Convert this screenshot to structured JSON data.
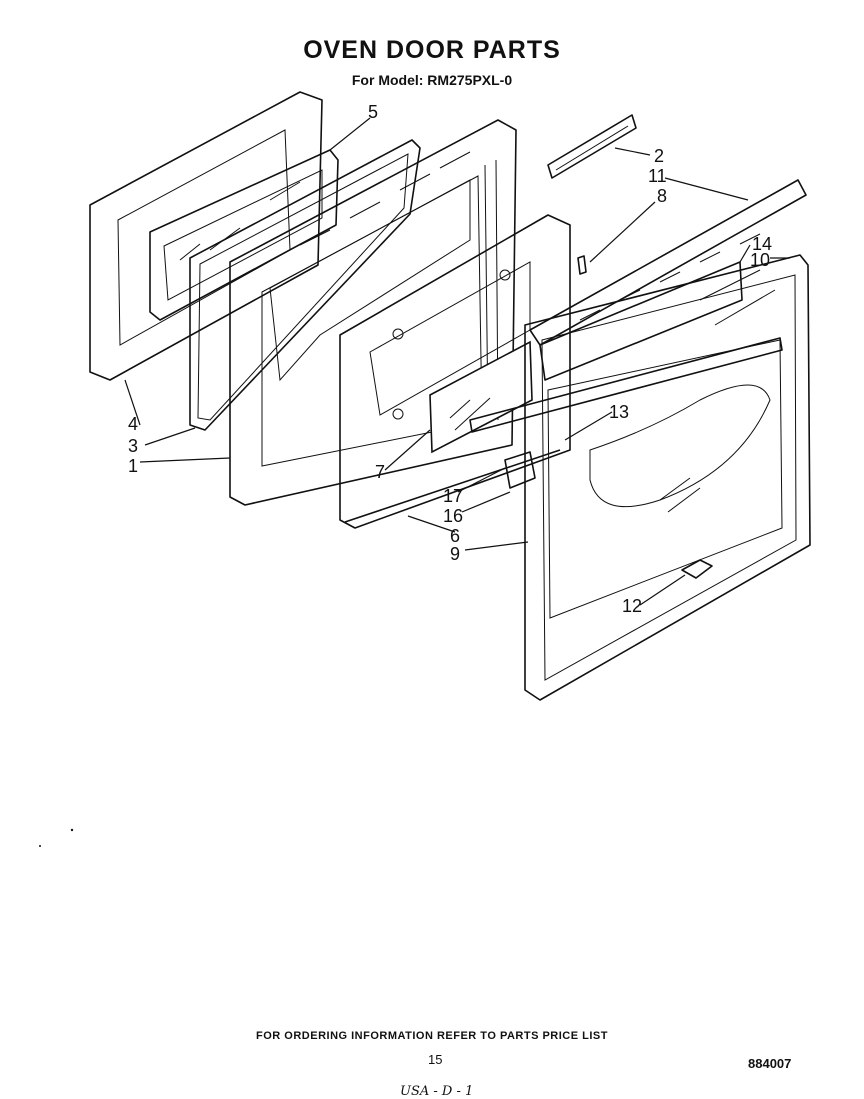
{
  "header": {
    "title": "OVEN DOOR PARTS",
    "subtitle": "For Model: RM275PXL-0"
  },
  "callouts": {
    "c1": "1",
    "c2": "2",
    "c3": "3",
    "c4": "4",
    "c5": "5",
    "c6": "6",
    "c7": "7",
    "c8": "8",
    "c9": "9",
    "c10": "10",
    "c11": "11",
    "c12": "12",
    "c13": "13",
    "c14": "14",
    "c16": "16",
    "c17": "17"
  },
  "footer": {
    "ordering_note": "FOR ORDERING INFORMATION REFER TO PARTS PRICE LIST",
    "page_number": "15",
    "doc_number": "884007",
    "handwritten_note": "USA - D - 1"
  }
}
